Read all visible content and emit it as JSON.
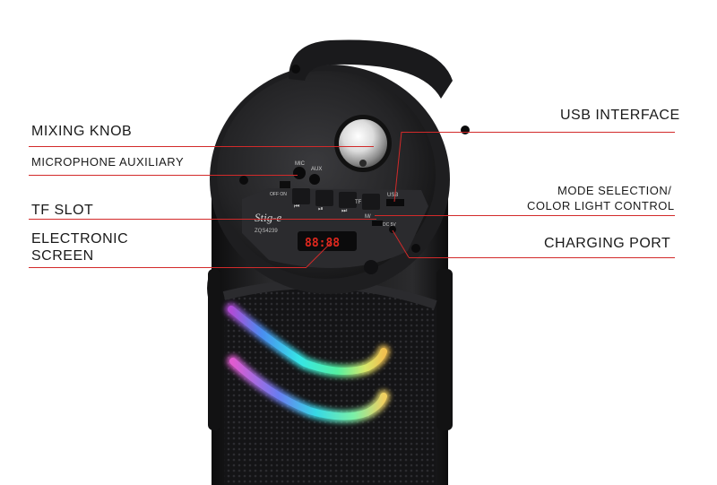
{
  "labels": {
    "mixing_knob": "MIXING KNOB",
    "mic_aux": "MICROPHONE AUXILIARY",
    "tf_slot": "TF SLOT",
    "screen_1": "ELECTRONIC",
    "screen_2": "SCREEN",
    "usb": "USB INTERFACE",
    "mode_1": "MODE SELECTION/",
    "mode_2": "COLOR LIGHT CONTROL",
    "charging": "CHARGING PORT"
  },
  "device": {
    "brand": "Stig-e",
    "model": "ZQS4239",
    "display": "88:88",
    "jack_mic": "MIC",
    "jack_aux": "AUX",
    "switch": "OFF ON",
    "port_usb": "USB",
    "port_tf": "TF",
    "button_mode": "M/",
    "port_dc": "DC 5V"
  },
  "colors": {
    "leader": "#d22a2a",
    "body": "#1b1b1d",
    "panel": "#2a2a2d",
    "display_led": "#e0281e"
  }
}
